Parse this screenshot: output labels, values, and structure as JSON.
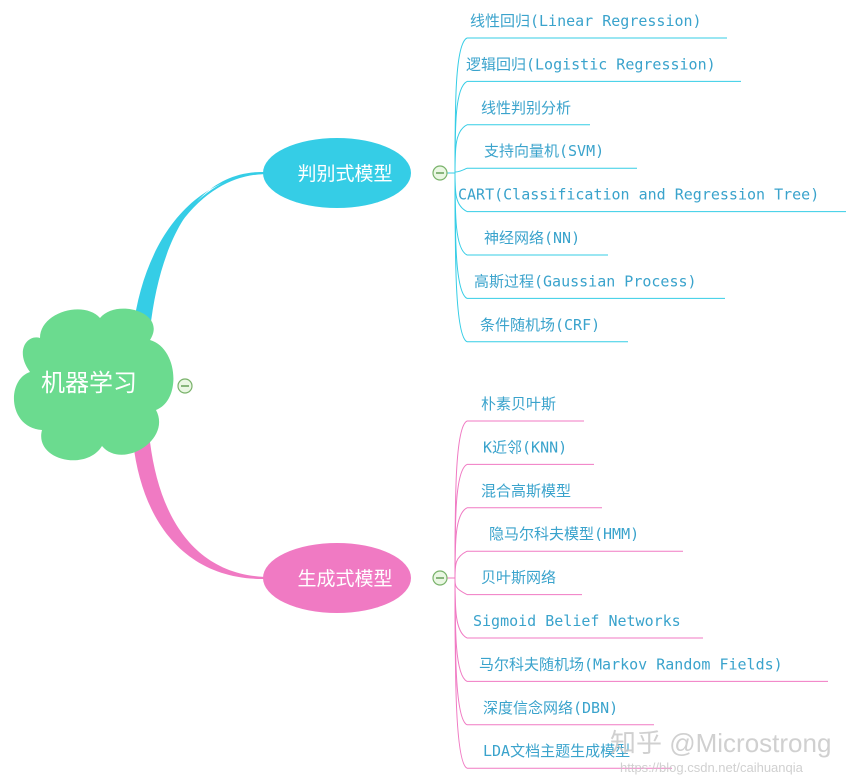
{
  "root": {
    "label": "机器学习"
  },
  "colors": {
    "root_fill": "#6bdb8f",
    "discriminative": "#35cde6",
    "generative": "#f07ac3",
    "leaf_text_top": "#3aa3cc",
    "leaf_text_bottom": "#3aa3cc",
    "collapse_fill": "#eaf7e3",
    "collapse_stroke": "#79b26a"
  },
  "branches": [
    {
      "label": "判别式模型",
      "leaves": [
        "线性回归(Linear Regression)",
        "逻辑回归(Logistic Regression)",
        "线性判别分析",
        "支持向量机(SVM)",
        "CART(Classification and Regression Tree)",
        "神经网络(NN)",
        "高斯过程(Gaussian Process)",
        "条件随机场(CRF)"
      ]
    },
    {
      "label": "生成式模型",
      "leaves": [
        "朴素贝叶斯",
        "K近邻(KNN)",
        "混合高斯模型",
        "隐马尔科夫模型(HMM)",
        "贝叶斯网络",
        "Sigmoid Belief Networks",
        "马尔科夫随机场(Markov Random Fields)",
        "深度信念网络(DBN)",
        "LDA文档主题生成模型"
      ]
    }
  ],
  "watermark": {
    "main": "知乎 @Microstrong",
    "url": "https://blog.csdn.net/caihuanqia"
  }
}
